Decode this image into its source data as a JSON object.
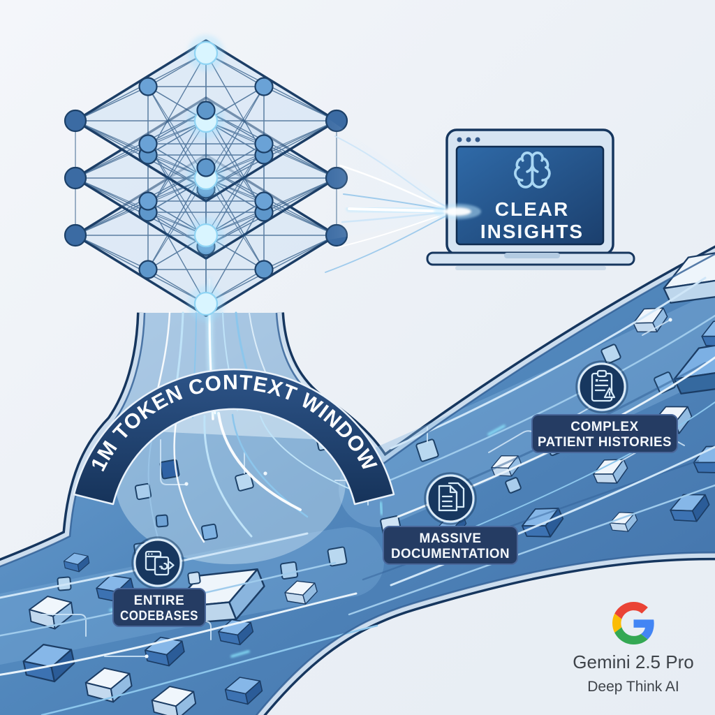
{
  "context_band": {
    "label": "1M TOKEN CONTEXT WINDOW"
  },
  "laptop_screen": {
    "icon": "brain-icon",
    "title_line1": "CLEAR",
    "title_line2": "INSIGHTS"
  },
  "stream_labels": [
    {
      "icon": "code-window-icon",
      "line1": "ENTIRE",
      "line2": "CODEBASES"
    },
    {
      "icon": "document-icon",
      "line1": "MASSIVE",
      "line2": "DOCUMENTATION"
    },
    {
      "icon": "clipboard-warning-icon",
      "line1": "COMPLEX",
      "line2": "PATIENT HISTORIES"
    }
  ],
  "branding": {
    "logo_icon": "google-g-icon",
    "product": "Gemini 2.5 Pro",
    "subtitle": "Deep Think AI"
  },
  "colors": {
    "background": "#eef1f6",
    "water": "#5288bd",
    "water_deep": "#3c6ba2",
    "shore": "#ccddee",
    "outline_navy": "#17375f",
    "band_navy": "#234673",
    "label_box": "#253c63",
    "accent_glow": "#9fe2ff",
    "brand_text": "#3e4349",
    "google_red": "#EA4335",
    "google_blue": "#4285F4",
    "google_yellow": "#FBBC05",
    "google_green": "#34A853"
  }
}
